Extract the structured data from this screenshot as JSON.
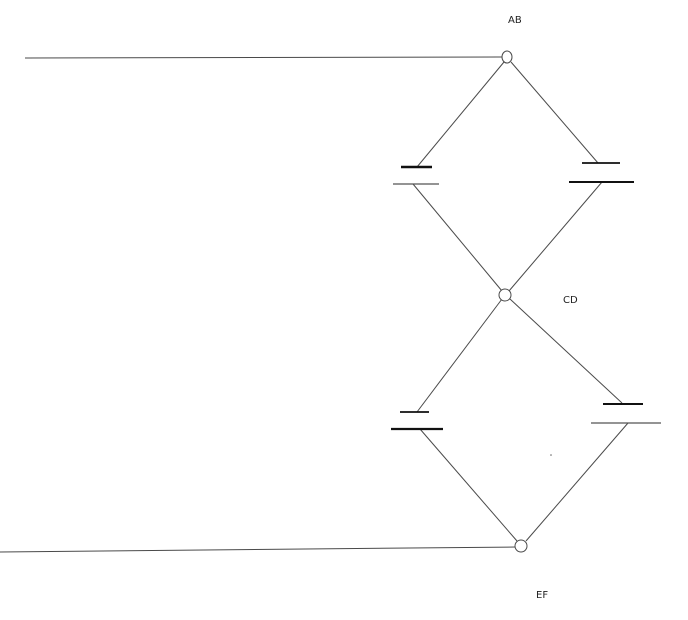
{
  "diagram": {
    "labels": {
      "ab": "AB",
      "cd": "CD",
      "ef": "EF"
    },
    "colors": {
      "background": "#ffffff",
      "wire": "#4a4a4a",
      "plate": "#111111"
    }
  }
}
